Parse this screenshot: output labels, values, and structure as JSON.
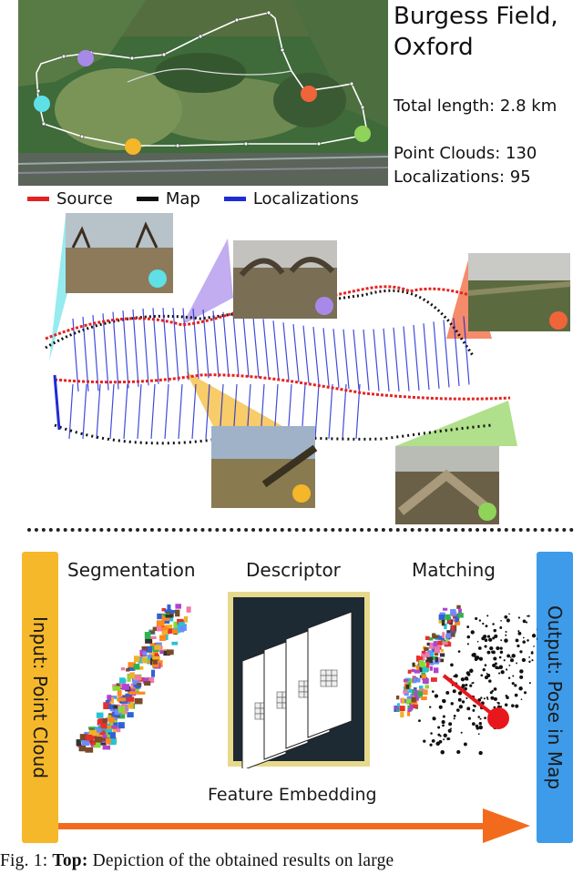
{
  "info": {
    "title_line1": "Burgess Field,",
    "title_line2": "Oxford",
    "total_length": "Total length: 2.8 km",
    "point_clouds": "Point Clouds: 130",
    "localizations": "Localizations: 95"
  },
  "legend": [
    {
      "label": "Source",
      "color": "#e52222"
    },
    {
      "label": "Map",
      "color": "#111111"
    },
    {
      "label": "Localizations",
      "color": "#1f2bd6"
    }
  ],
  "markers": {
    "cyan": "#5ee0e6",
    "purple": "#a78ae8",
    "orange_red": "#f0643a",
    "yellow": "#f4b62a",
    "green": "#8fd35a"
  },
  "pipeline": {
    "input": "Input: Point Cloud",
    "output": "Output: Pose in Map",
    "segmentation": "Segmentation",
    "descriptor": "Descriptor",
    "matching": "Matching",
    "feature_embedding": "Feature Embedding",
    "input_color": "#f6b82b",
    "output_color": "#3d9be9",
    "arrow_color": "#f26b1d"
  },
  "caption": {
    "prefix": "Fig.  1:",
    "bold": "Top:",
    "text": "Depiction of the obtained results on large"
  }
}
